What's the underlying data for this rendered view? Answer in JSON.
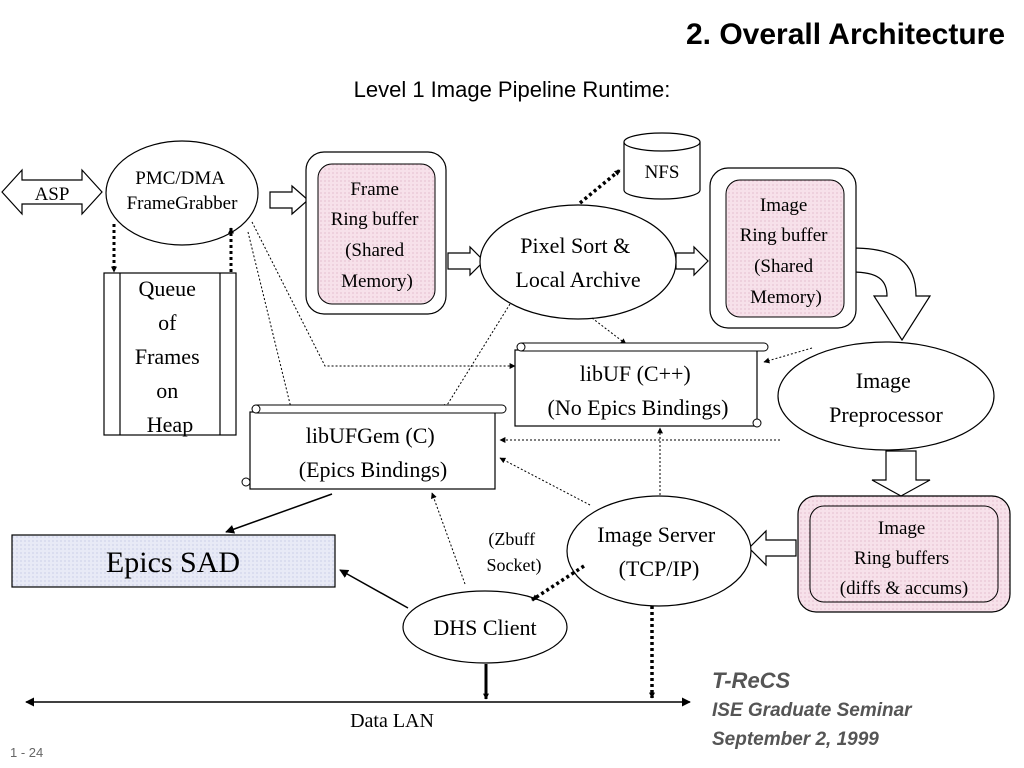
{
  "slide": {
    "title": "2. Overall Architecture",
    "subtitle": "Level 1 Image Pipeline Runtime:",
    "page_number": "1 - 24"
  },
  "nodes": {
    "asp": "ASP",
    "pmc": [
      "PMC/DMA",
      "FrameGrabber"
    ],
    "queue": [
      "Queue",
      "of",
      "Frames",
      "on",
      "Heap"
    ],
    "frame_ring": [
      "Frame",
      "Ring buffer",
      "(Shared",
      "Memory)"
    ],
    "nfs": "NFS",
    "pixel_sort": [
      "Pixel Sort &",
      "Local Archive"
    ],
    "image_ring": [
      "Image",
      "Ring buffer",
      "(Shared",
      "Memory)"
    ],
    "libuf": [
      "libUF (C++)",
      "(No Epics Bindings)"
    ],
    "libufgem": [
      "libUFGem (C)",
      "(Epics Bindings)"
    ],
    "preprocessor": [
      "Image",
      "Preprocessor"
    ],
    "image_ring_buffers": [
      "Image",
      "Ring buffers",
      "(diffs & accums)"
    ],
    "image_server": [
      "Image Server",
      "(TCP/IP)"
    ],
    "zbuff": [
      "(Zbuff",
      "Socket)"
    ],
    "epics_sad": "Epics SAD",
    "dhs_client": "DHS Client",
    "data_lan": "Data LAN"
  },
  "footer": {
    "project": "T-ReCS",
    "seminar": "ISE Graduate Seminar",
    "date": "September 2, 1999"
  },
  "colors": {
    "pink_fill": "#f7e1ea",
    "sad_fill": "#e8eaf6"
  }
}
